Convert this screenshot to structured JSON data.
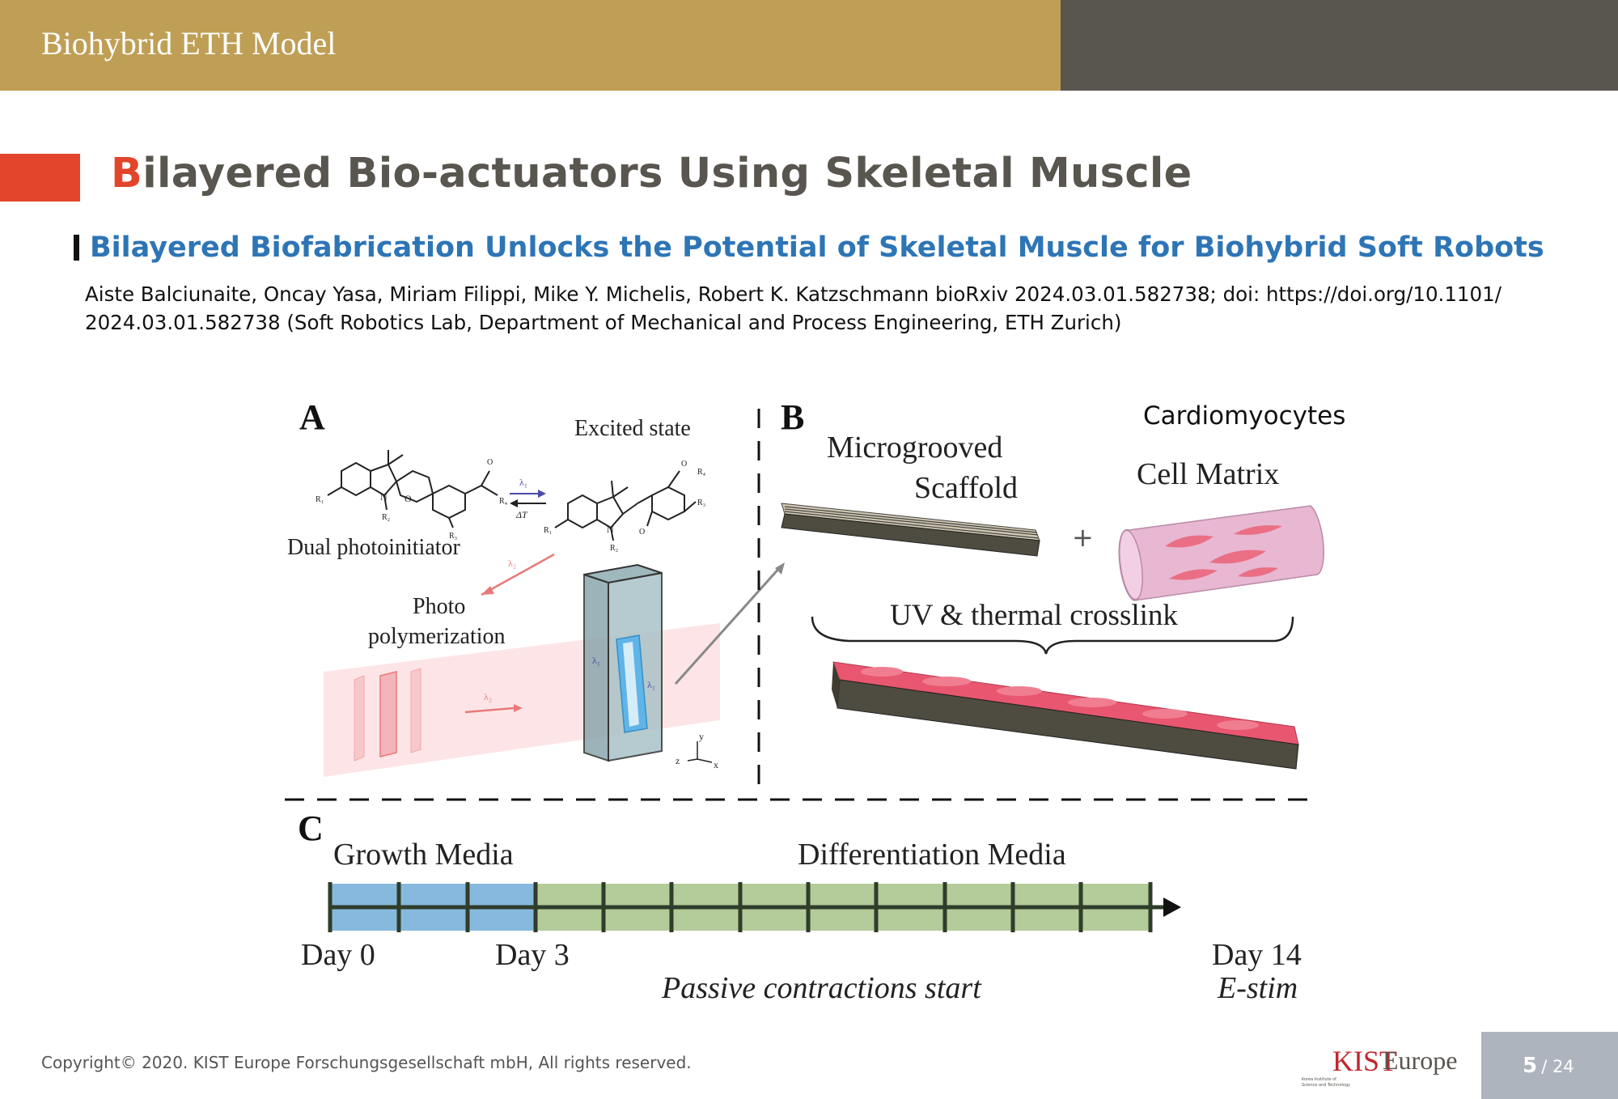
{
  "header": {
    "title": "Biohybrid ETH Model"
  },
  "slide": {
    "title_first": "B",
    "title_rest": "ilayered Bio-actuators Using Skeletal Muscle",
    "subtitle": "Bilayered Biofabrication Unlocks the Potential of Skeletal Muscle for Biohybrid Soft Robots",
    "citation_line1": "Aiste Balciunaite, Oncay Yasa, Miriam Filippi, Mike Y. Michelis, Robert K. Katzschmann bioRxiv 2024.03.01.582738; doi: https://doi.org/10.1101/",
    "citation_line2": "2024.03.01.582738 (Soft Robotics Lab, Department of Mechanical and Process Engineering, ETH Zurich)"
  },
  "figure": {
    "panel_a": {
      "label": "A",
      "excited_state": "Excited state",
      "dual_photoinitiator": "Dual photoinitiator",
      "photo": "Photo",
      "polymerization": "polymerization",
      "lambda1": "λ₁",
      "lambda2": "λ₂",
      "delta_t": "ΔT",
      "r1": "R₁",
      "r2": "R₂",
      "r3": "R₃",
      "r4": "R₄",
      "n": "N",
      "o": "O",
      "axis_y": "y",
      "axis_x": "x",
      "axis_z": "z"
    },
    "panel_b": {
      "label": "B",
      "cardiomyocytes": "Cardiomyocytes",
      "microgrooved": "Microgrooved",
      "scaffold": "Scaffold",
      "cell_matrix": "Cell Matrix",
      "plus": "+",
      "crosslink": "UV & thermal crosslink"
    },
    "panel_c": {
      "label": "C",
      "growth_media": "Growth Media",
      "differentiation_media": "Differentiation Media",
      "day0": "Day 0",
      "day3": "Day 3",
      "day14": "Day 14",
      "passive": "Passive contractions start",
      "estim": "E-stim",
      "growth_color": "#87b9de",
      "diff_color": "#b4cb9a"
    }
  },
  "footer": {
    "copyright": "Copyright© 2020. KIST Europe Forschungsgesellschaft mbH, All rights reserved.",
    "logo_text": "Europe",
    "logo_mark": "KIST",
    "logo_small1": "Korea Institute of",
    "logo_small2": "Science and Technology",
    "page_current": "5",
    "page_total": "/ 24"
  }
}
